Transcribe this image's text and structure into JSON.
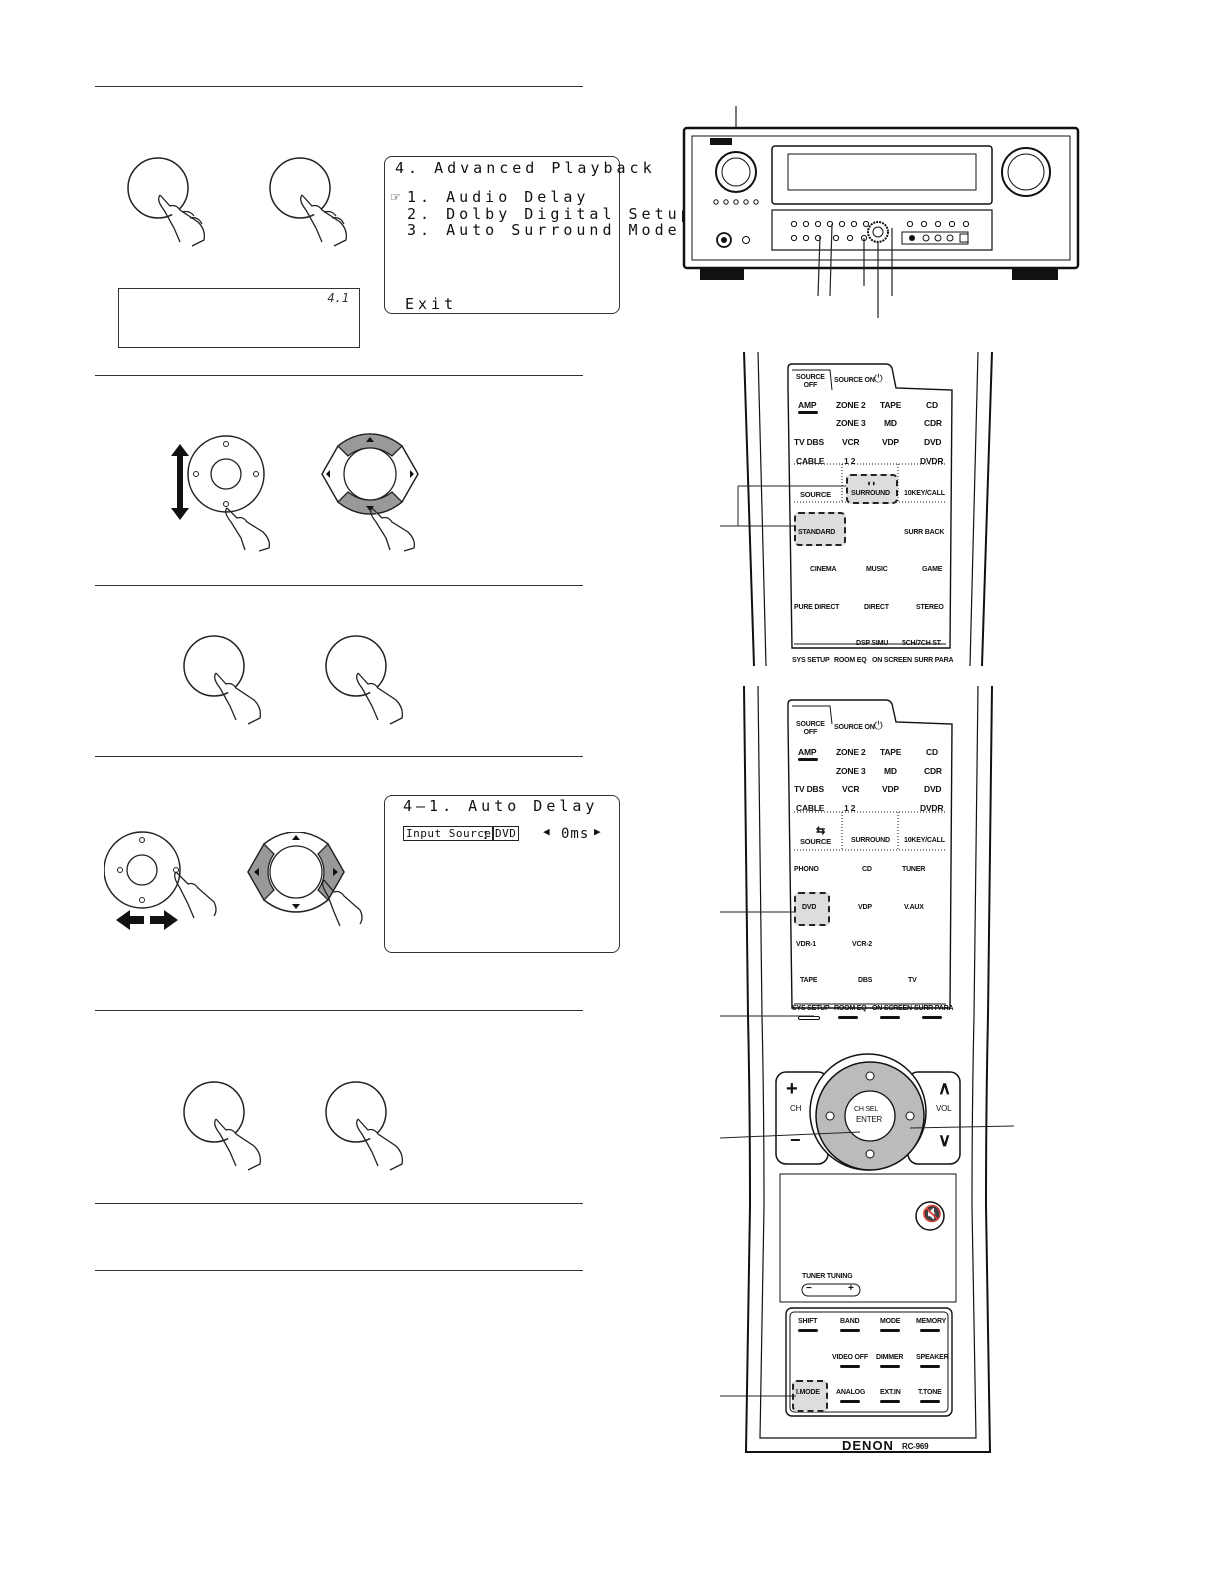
{
  "osd1": {
    "title": "4. Advanced Playback",
    "items": [
      "1. Audio Delay",
      "2. Dolby Digital Setup",
      "3. Auto Surround Mode"
    ],
    "cursor": "☞",
    "exit": "Exit"
  },
  "lcd1": {
    "value": "4.1"
  },
  "osd2": {
    "title": "4—1. Auto Delay",
    "field_label": "Input Source",
    "colon": ":",
    "source": "DVD",
    "delay_value": "0ms"
  },
  "remote1": {
    "tabs": {
      "source_off": "SOURCE\nOFF",
      "source_on": "SOURCE ON"
    },
    "rows": [
      [
        "AMP",
        "ZONE 2",
        "TAPE",
        "CD"
      ],
      [
        "",
        "ZONE 3",
        "MD",
        "CDR"
      ],
      [
        "TV DBS",
        "VCR",
        "VDP",
        "DVD"
      ],
      [
        "CABLE",
        "1 2",
        "",
        "DVDR"
      ]
    ],
    "mode_row": [
      "SOURCE",
      "SURROUND",
      "10KEY/CALL"
    ],
    "surround_buttons": [
      "STANDARD",
      "SURR BACK",
      "CINEMA",
      "MUSIC",
      "GAME",
      "PURE DIRECT",
      "DIRECT",
      "STEREO",
      "DSP SIMU",
      "5CH/7CH ST"
    ],
    "bottom_row": [
      "SYS SETUP",
      "ROOM EQ",
      "ON SCREEN",
      "SURR PARA"
    ]
  },
  "remote2": {
    "tabs": {
      "source_off": "SOURCE\nOFF",
      "source_on": "SOURCE ON"
    },
    "rows": [
      [
        "AMP",
        "ZONE 2",
        "TAPE",
        "CD"
      ],
      [
        "",
        "ZONE 3",
        "MD",
        "CDR"
      ],
      [
        "TV DBS",
        "VCR",
        "VDP",
        "DVD"
      ],
      [
        "CABLE",
        "1 2",
        "",
        "DVDR"
      ]
    ],
    "mode_row": [
      "SOURCE",
      "SURROUND",
      "10KEY/CALL"
    ],
    "input_buttons": [
      "PHONO",
      "CD",
      "TUNER",
      "DVD",
      "VDP",
      "V.AUX",
      "VDR-1",
      "VCR-2",
      "TAPE",
      "DBS",
      "TV"
    ],
    "bottom_row": [
      "SYS SETUP",
      "ROOM EQ",
      "ON SCREEN",
      "SURR PARA"
    ],
    "ch_label": "CH",
    "vol_label": "VOL",
    "enter_top": "CH SEL",
    "enter_bottom": "ENTER",
    "tuner_tuning": "TUNER TUNING",
    "tuner_minus": "−",
    "tuner_plus": "+",
    "func_rows": [
      [
        "SHIFT",
        "BAND",
        "MODE",
        "MEMORY"
      ],
      [
        "",
        "VIDEO OFF",
        "DIMMER",
        "SPEAKER"
      ],
      [
        "I.MODE",
        "ANALOG",
        "EXT.IN",
        "T.TONE"
      ]
    ],
    "brand": "DENON",
    "model": "RC-969"
  }
}
